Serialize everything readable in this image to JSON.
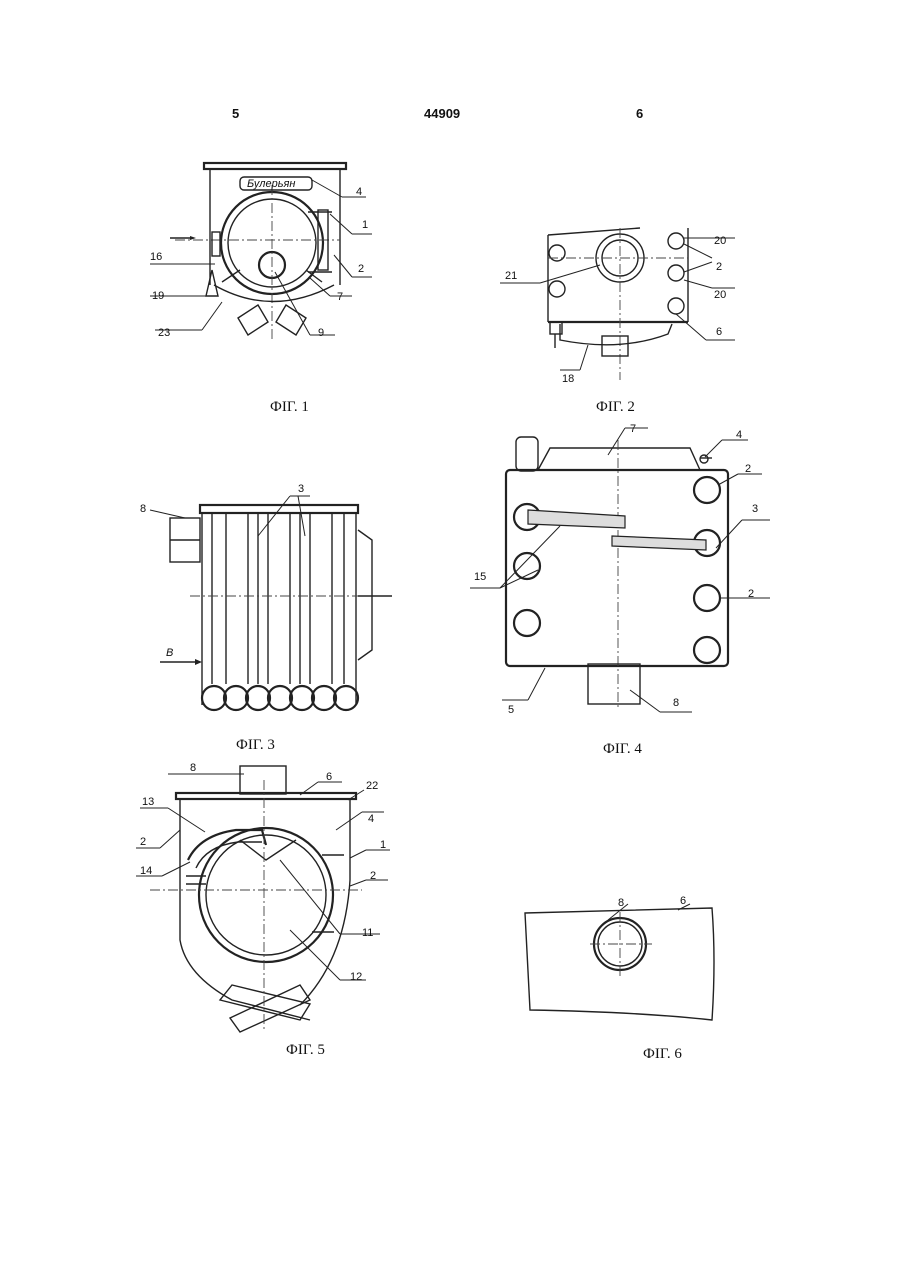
{
  "header": {
    "page_left": "5",
    "patent_number": "44909",
    "page_right": "6"
  },
  "figures": {
    "fig1": {
      "caption": "ФІГ. 1",
      "labels": [
        "4",
        "1",
        "16",
        "2",
        "19",
        "7",
        "23",
        "9"
      ],
      "logo": "Булерьян"
    },
    "fig2": {
      "caption": "ФІГ. 2",
      "labels": [
        "20",
        "2",
        "21",
        "20",
        "6",
        "18"
      ]
    },
    "fig3": {
      "caption": "ФІГ. 3",
      "labels": [
        "8",
        "3",
        "В"
      ]
    },
    "fig4": {
      "caption": "ФІГ. 4",
      "labels": [
        "7",
        "4",
        "2",
        "3",
        "15",
        "2",
        "5",
        "8"
      ]
    },
    "fig5": {
      "caption": "ФІГ. 5",
      "labels": [
        "8",
        "6",
        "22",
        "13",
        "4",
        "2",
        "1",
        "14",
        "2",
        "11",
        "12"
      ]
    },
    "fig6": {
      "caption": "ФІГ. 6",
      "labels": [
        "8",
        "6"
      ]
    }
  }
}
